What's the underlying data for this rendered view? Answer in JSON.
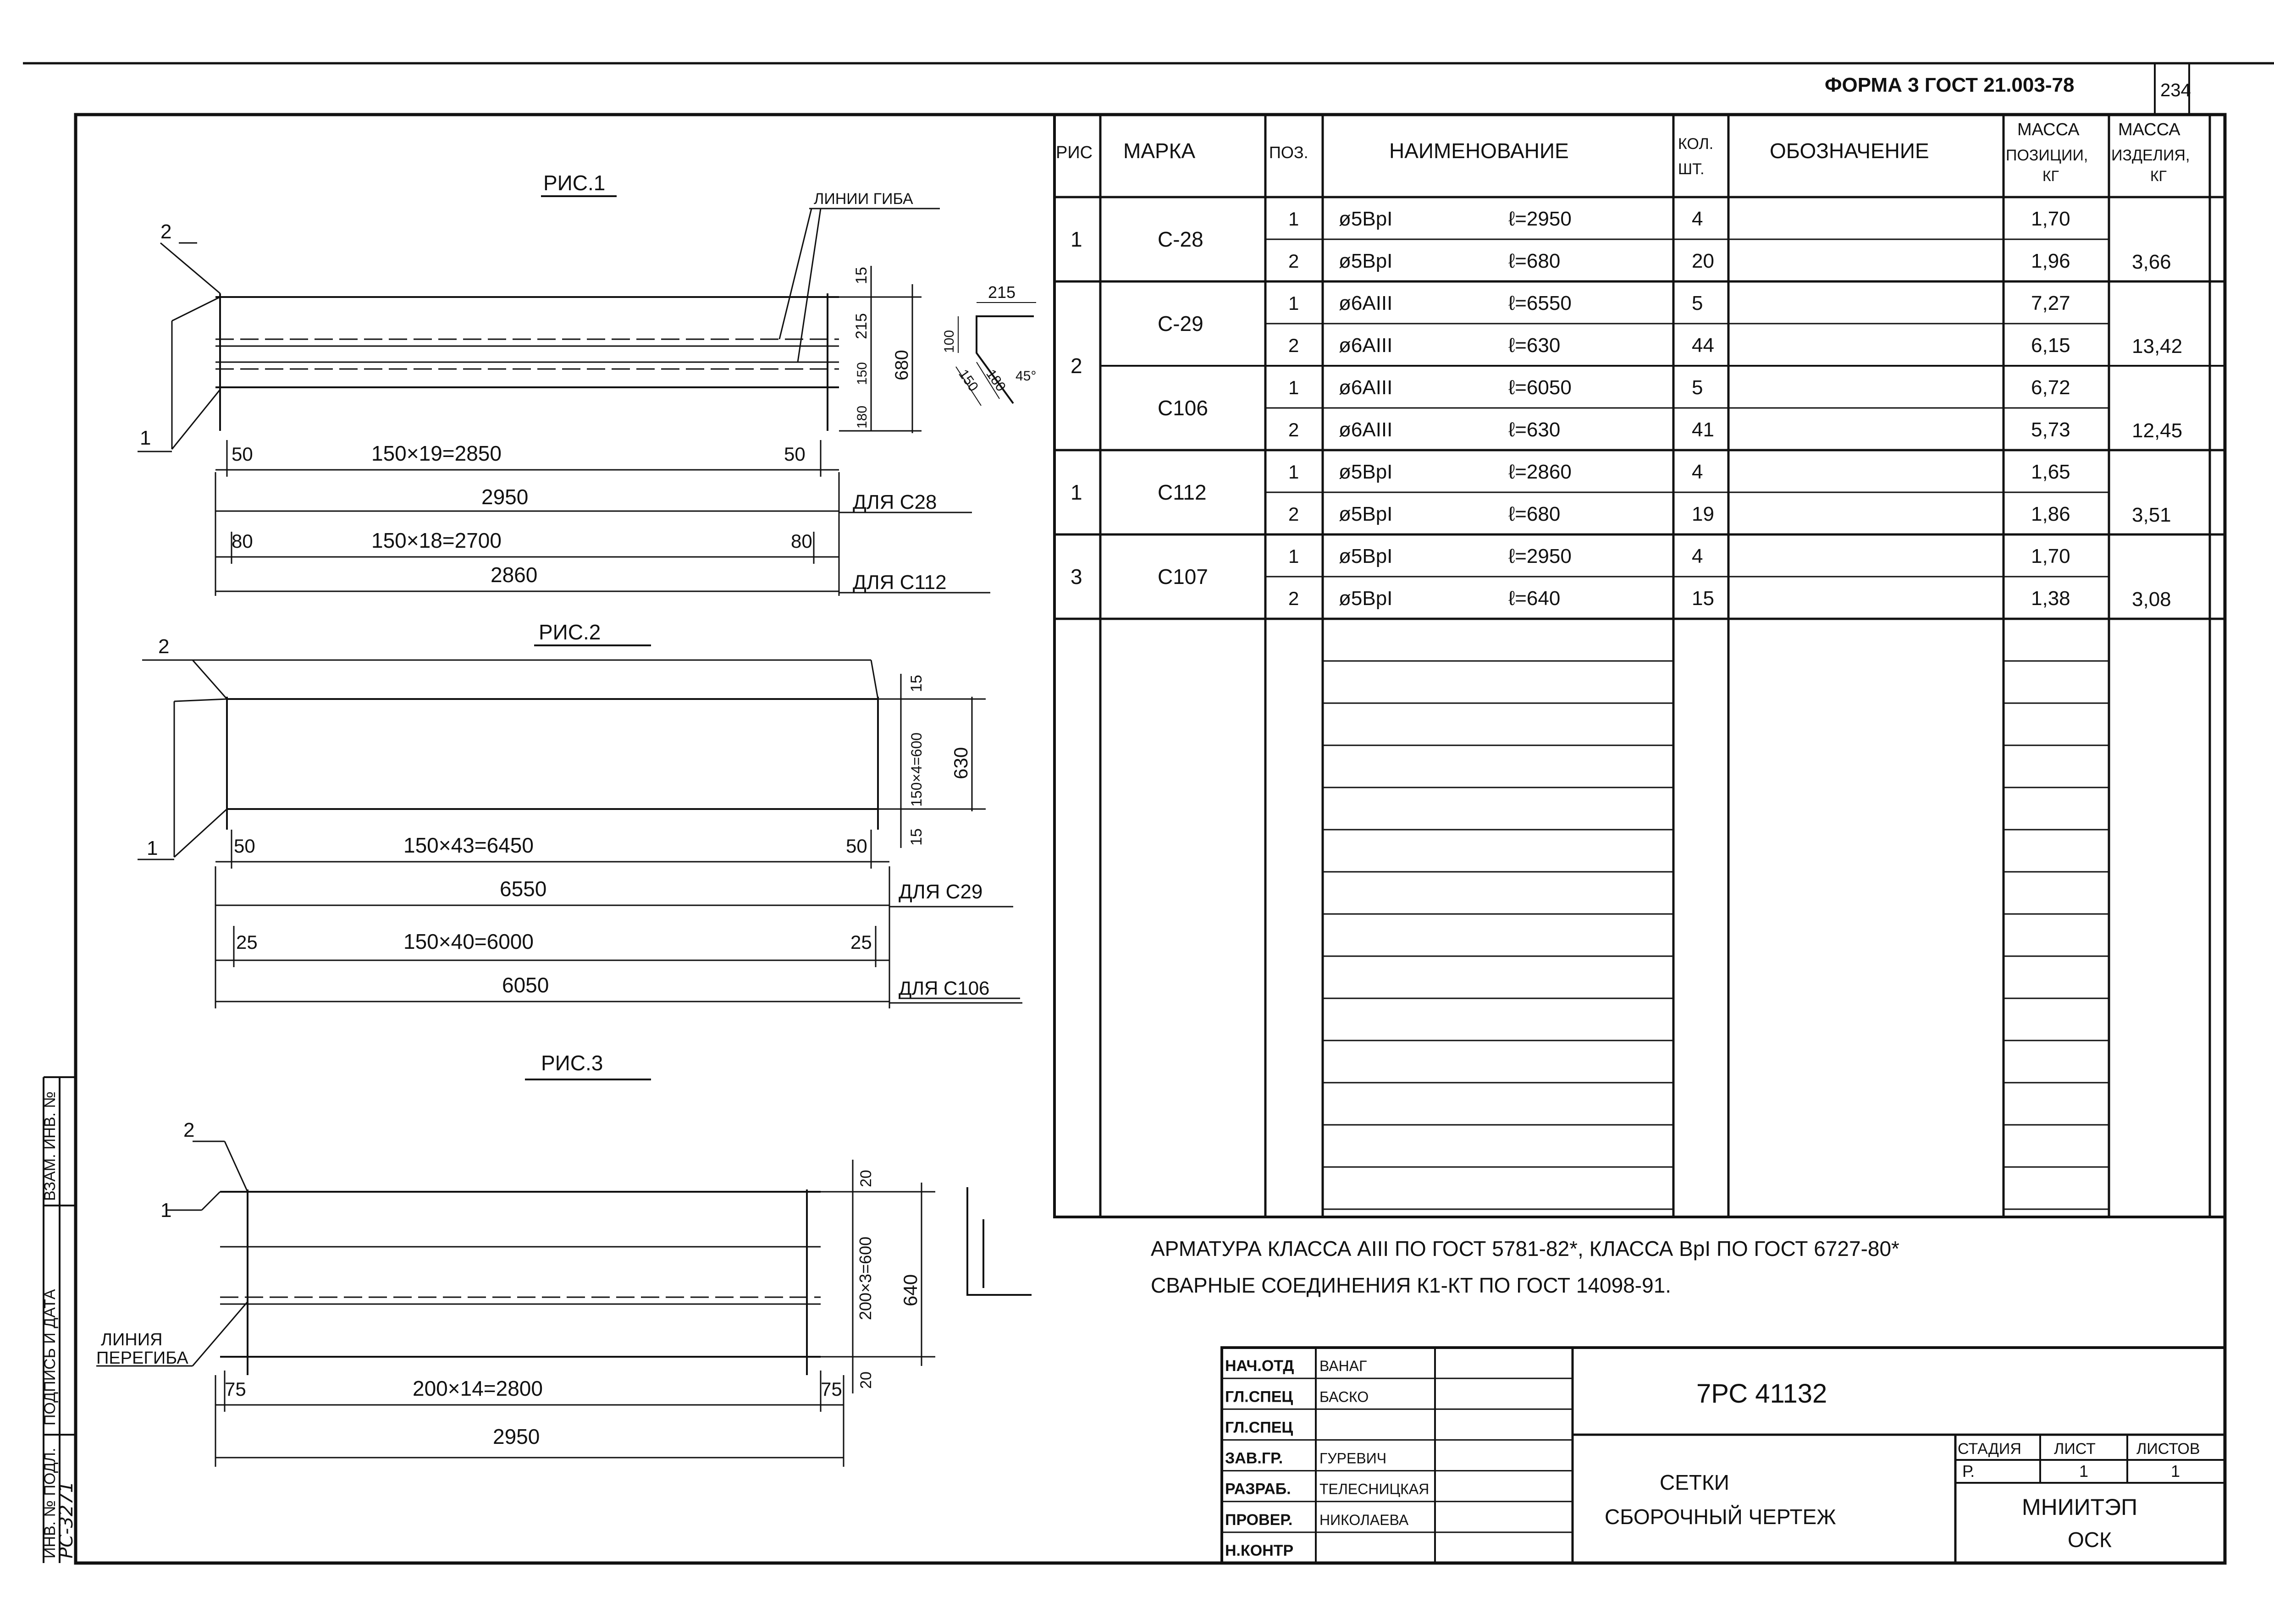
{
  "form": {
    "label": "ФОРМА 3 ГОСТ 21.003-78",
    "sheet_no": "234"
  },
  "figures": {
    "fig1": {
      "title": "РИС.1",
      "bend_lines": "ЛИНИИ ГИБА",
      "leader2": "2",
      "leader1": "1",
      "end_left": "50",
      "end_right": "50",
      "span1": "150×19=2850",
      "total1": "2950",
      "for1": "ДЛЯ С28",
      "end2_left": "80",
      "end2_right": "80",
      "span2": "150×18=2700",
      "total2": "2860",
      "for2": "ДЛЯ С112",
      "vert_top": "15",
      "vert_215": "215",
      "vert_150": "150",
      "vert_180_small": "180",
      "vert_180": "180",
      "vert_total": "680",
      "detail_215": "215",
      "detail_100": "100",
      "detail_150": "150",
      "detail_180": "180",
      "detail_angle": "45°"
    },
    "fig2": {
      "title": "РИС.2",
      "leader2": "2",
      "leader1": "1",
      "end_left": "50",
      "end_right": "50",
      "span1": "150×43=6450",
      "total1": "6550",
      "for1": "ДЛЯ С29",
      "end2_left": "25",
      "end2_right": "25",
      "span2": "150×40=6000",
      "total2": "6050",
      "for2": "ДЛЯ С106",
      "vert_top": "15",
      "vert_mid": "150×4=600",
      "vert_bot": "15",
      "vert_total": "630"
    },
    "fig3": {
      "title": "РИС.3",
      "leader2": "2",
      "leader1": "1",
      "bend_line1": "ЛИНИЯ",
      "bend_line2": "ПЕРЕГИБА",
      "end_left": "75",
      "end_right": "75",
      "span1": "200×14=2800",
      "total1": "2950",
      "vert_top": "20",
      "vert_mid": "200×3=600",
      "vert_bot": "20",
      "vert_total": "640"
    }
  },
  "spec": {
    "headers": {
      "fig": "РИС",
      "mark": "МАРКА",
      "pos": "ПОЗ.",
      "name": "НАИМЕНОВАНИЕ",
      "qty1": "КОЛ.",
      "qty2": "ШТ.",
      "designation": "ОБОЗНАЧЕНИЕ",
      "mass_pos1": "МАССА",
      "mass_pos2": "ПОЗИЦИИ,",
      "mass_pos3": "КГ",
      "mass_item1": "МАССА",
      "mass_item2": "ИЗДЕЛИЯ,",
      "mass_item3": "КГ"
    },
    "groups": [
      {
        "fig": "1",
        "marks": [
          {
            "mark": "С-28",
            "total": "3,66",
            "rows": [
              {
                "pos": "1",
                "name": "ø5ВрI",
                "len": "ℓ=2950",
                "qty": "4",
                "mass": "1,70"
              },
              {
                "pos": "2",
                "name": "ø5ВрI",
                "len": "ℓ=680",
                "qty": "20",
                "mass": "1,96"
              }
            ]
          }
        ]
      },
      {
        "fig": "2",
        "marks": [
          {
            "mark": "С-29",
            "total": "13,42",
            "rows": [
              {
                "pos": "1",
                "name": "ø6АIII",
                "len": "ℓ=6550",
                "qty": "5",
                "mass": "7,27"
              },
              {
                "pos": "2",
                "name": "ø6АIII",
                "len": "ℓ=630",
                "qty": "44",
                "mass": "6,15"
              }
            ]
          },
          {
            "mark": "С106",
            "total": "12,45",
            "rows": [
              {
                "pos": "1",
                "name": "ø6АIII",
                "len": "ℓ=6050",
                "qty": "5",
                "mass": "6,72"
              },
              {
                "pos": "2",
                "name": "ø6АIII",
                "len": "ℓ=630",
                "qty": "41",
                "mass": "5,73"
              }
            ]
          }
        ]
      },
      {
        "fig": "1",
        "marks": [
          {
            "mark": "С112",
            "total": "3,51",
            "rows": [
              {
                "pos": "1",
                "name": "ø5ВрI",
                "len": "ℓ=2860",
                "qty": "4",
                "mass": "1,65"
              },
              {
                "pos": "2",
                "name": "ø5ВрI",
                "len": "ℓ=680",
                "qty": "19",
                "mass": "1,86"
              }
            ]
          }
        ]
      },
      {
        "fig": "3",
        "marks": [
          {
            "mark": "С107",
            "total": "3,08",
            "rows": [
              {
                "pos": "1",
                "name": "ø5ВрI",
                "len": "ℓ=2950",
                "qty": "4",
                "mass": "1,70"
              },
              {
                "pos": "2",
                "name": "ø5ВрI",
                "len": "ℓ=640",
                "qty": "15",
                "mass": "1,38"
              }
            ]
          }
        ]
      }
    ]
  },
  "notes": {
    "line1": "АРМАТУРА КЛАССА АIII ПО ГОСТ 5781-82*, КЛАССА ВрI ПО ГОСТ 6727-80*",
    "line2": "СВАРНЫЕ СОЕДИНЕНИЯ К1-КТ ПО ГОСТ 14098-91."
  },
  "stamp": {
    "roles": [
      {
        "role": "НАЧ.ОТД",
        "name": "ВАНАГ"
      },
      {
        "role": "ГЛ.СПЕЦ",
        "name": "БАСКО"
      },
      {
        "role": "ГЛ.СПЕЦ",
        "name": ""
      },
      {
        "role": "ЗАВ.ГР.",
        "name": "ГУРЕВИЧ"
      },
      {
        "role": "РАЗРАБ.",
        "name": "ТЕЛЕСНИЦКАЯ"
      },
      {
        "role": "ПРОВЕР.",
        "name": "НИКОЛАЕВА"
      },
      {
        "role": "Н.КОНТР",
        "name": ""
      }
    ],
    "code": "7РС 41132",
    "title1": "СЕТКИ",
    "title2": "СБОРОЧНЫЙ ЧЕРТЕЖ",
    "stage_label": "СТАДИЯ",
    "sheet_label": "ЛИСТ",
    "sheets_label": "ЛИСТОВ",
    "stage": "Р.",
    "sheet": "1",
    "sheets": "1",
    "org1": "МНИИТЭП",
    "org2": "ОСК"
  },
  "side": {
    "inv_podl": "ИНВ. № ПОДЛ.",
    "podpis": "ПОДПИСЬ И ДАТА",
    "vzam": "ВЗАМ. ИНВ. №",
    "inv_value": "РС-3271"
  }
}
